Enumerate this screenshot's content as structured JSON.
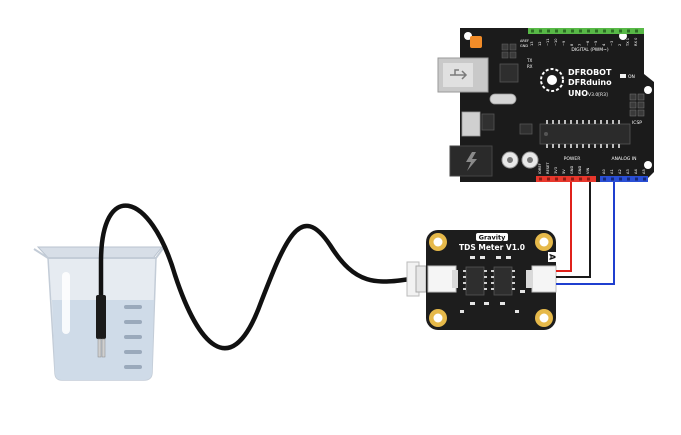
{
  "arduino": {
    "brand_line1": "DFROBOT",
    "brand_line2": "DFRduino",
    "model": "UNO",
    "version": "V3.0[R3]",
    "digital_label": "DIGITAL (PWM~)",
    "power_label": "POWER",
    "analog_label": "ANALOG IN",
    "on_label": "ON",
    "icsp_label": "ICSP",
    "aref_label": "AREF",
    "gnd_label": "GND",
    "tx_label": "TX",
    "rx_label": "RX",
    "power_pins": [
      "IOREF",
      "RESET",
      "3V3",
      "5V",
      "GND",
      "GND",
      "VIN"
    ],
    "analog_pins": [
      "A0",
      "A1",
      "A2",
      "A3",
      "A4",
      "A5"
    ],
    "digital_pins": [
      "13",
      "12",
      "~11",
      "~10",
      "~9",
      "8",
      "7",
      "~6",
      "~5",
      "4",
      "~3",
      "2",
      "TX 1",
      "RX 0"
    ]
  },
  "sensor": {
    "badge": "Gravity",
    "title": "TDS Meter V1.0",
    "connector_mark": "A"
  },
  "colors": {
    "board": "#1b1b1b",
    "wire_red": "#e0211b",
    "wire_black": "#1a1a1a",
    "wire_blue": "#1f3fcf",
    "header_red": "#e8372c",
    "header_blue": "#2a4fd6",
    "header_green": "#58b947",
    "sensor_board": "#1d1d1d",
    "mount_hole": "#e6b94a",
    "beaker_glass": "#dfe6ee",
    "water": "#c9d9ea",
    "probe_cable": "#111111"
  },
  "icons": {
    "usb": "usb-port-icon",
    "dc_jack": "lightning-bolt-icon"
  }
}
